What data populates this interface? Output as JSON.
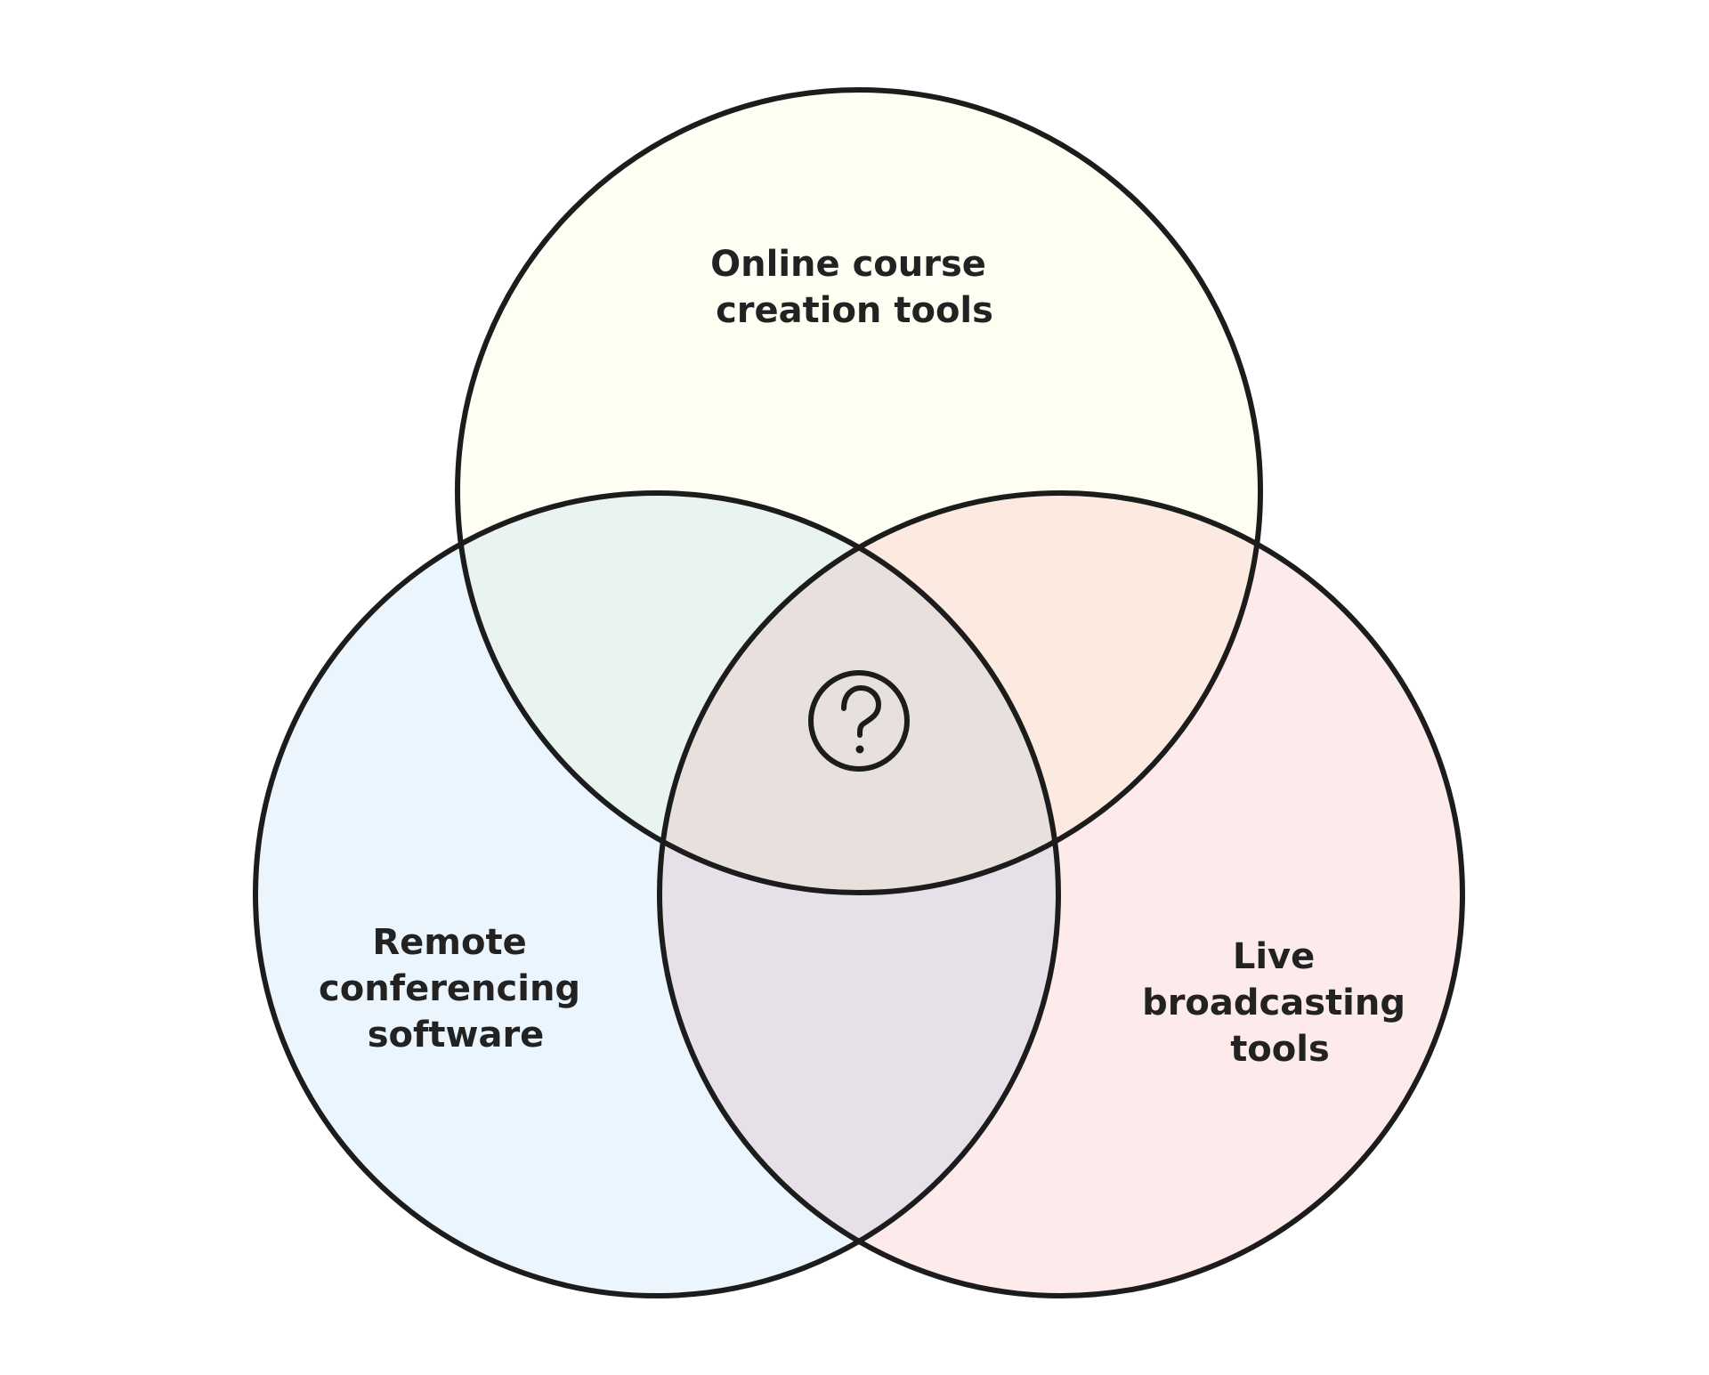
{
  "sets": [
    {
      "id": "top",
      "label_lines": [
        "Online course",
        "creation tools"
      ],
      "fill": "#fefee8"
    },
    {
      "id": "left",
      "label_lines": [
        "Remote",
        "conferencing",
        "software"
      ],
      "fill": "#d6ecfb"
    },
    {
      "id": "right",
      "label_lines": [
        "Live",
        "broadcasting",
        "tools"
      ],
      "fill": "#fcd6d6"
    }
  ],
  "center_icon": "question-mark-icon",
  "outline_color": "#1c1c1c",
  "label_color": "#222222"
}
